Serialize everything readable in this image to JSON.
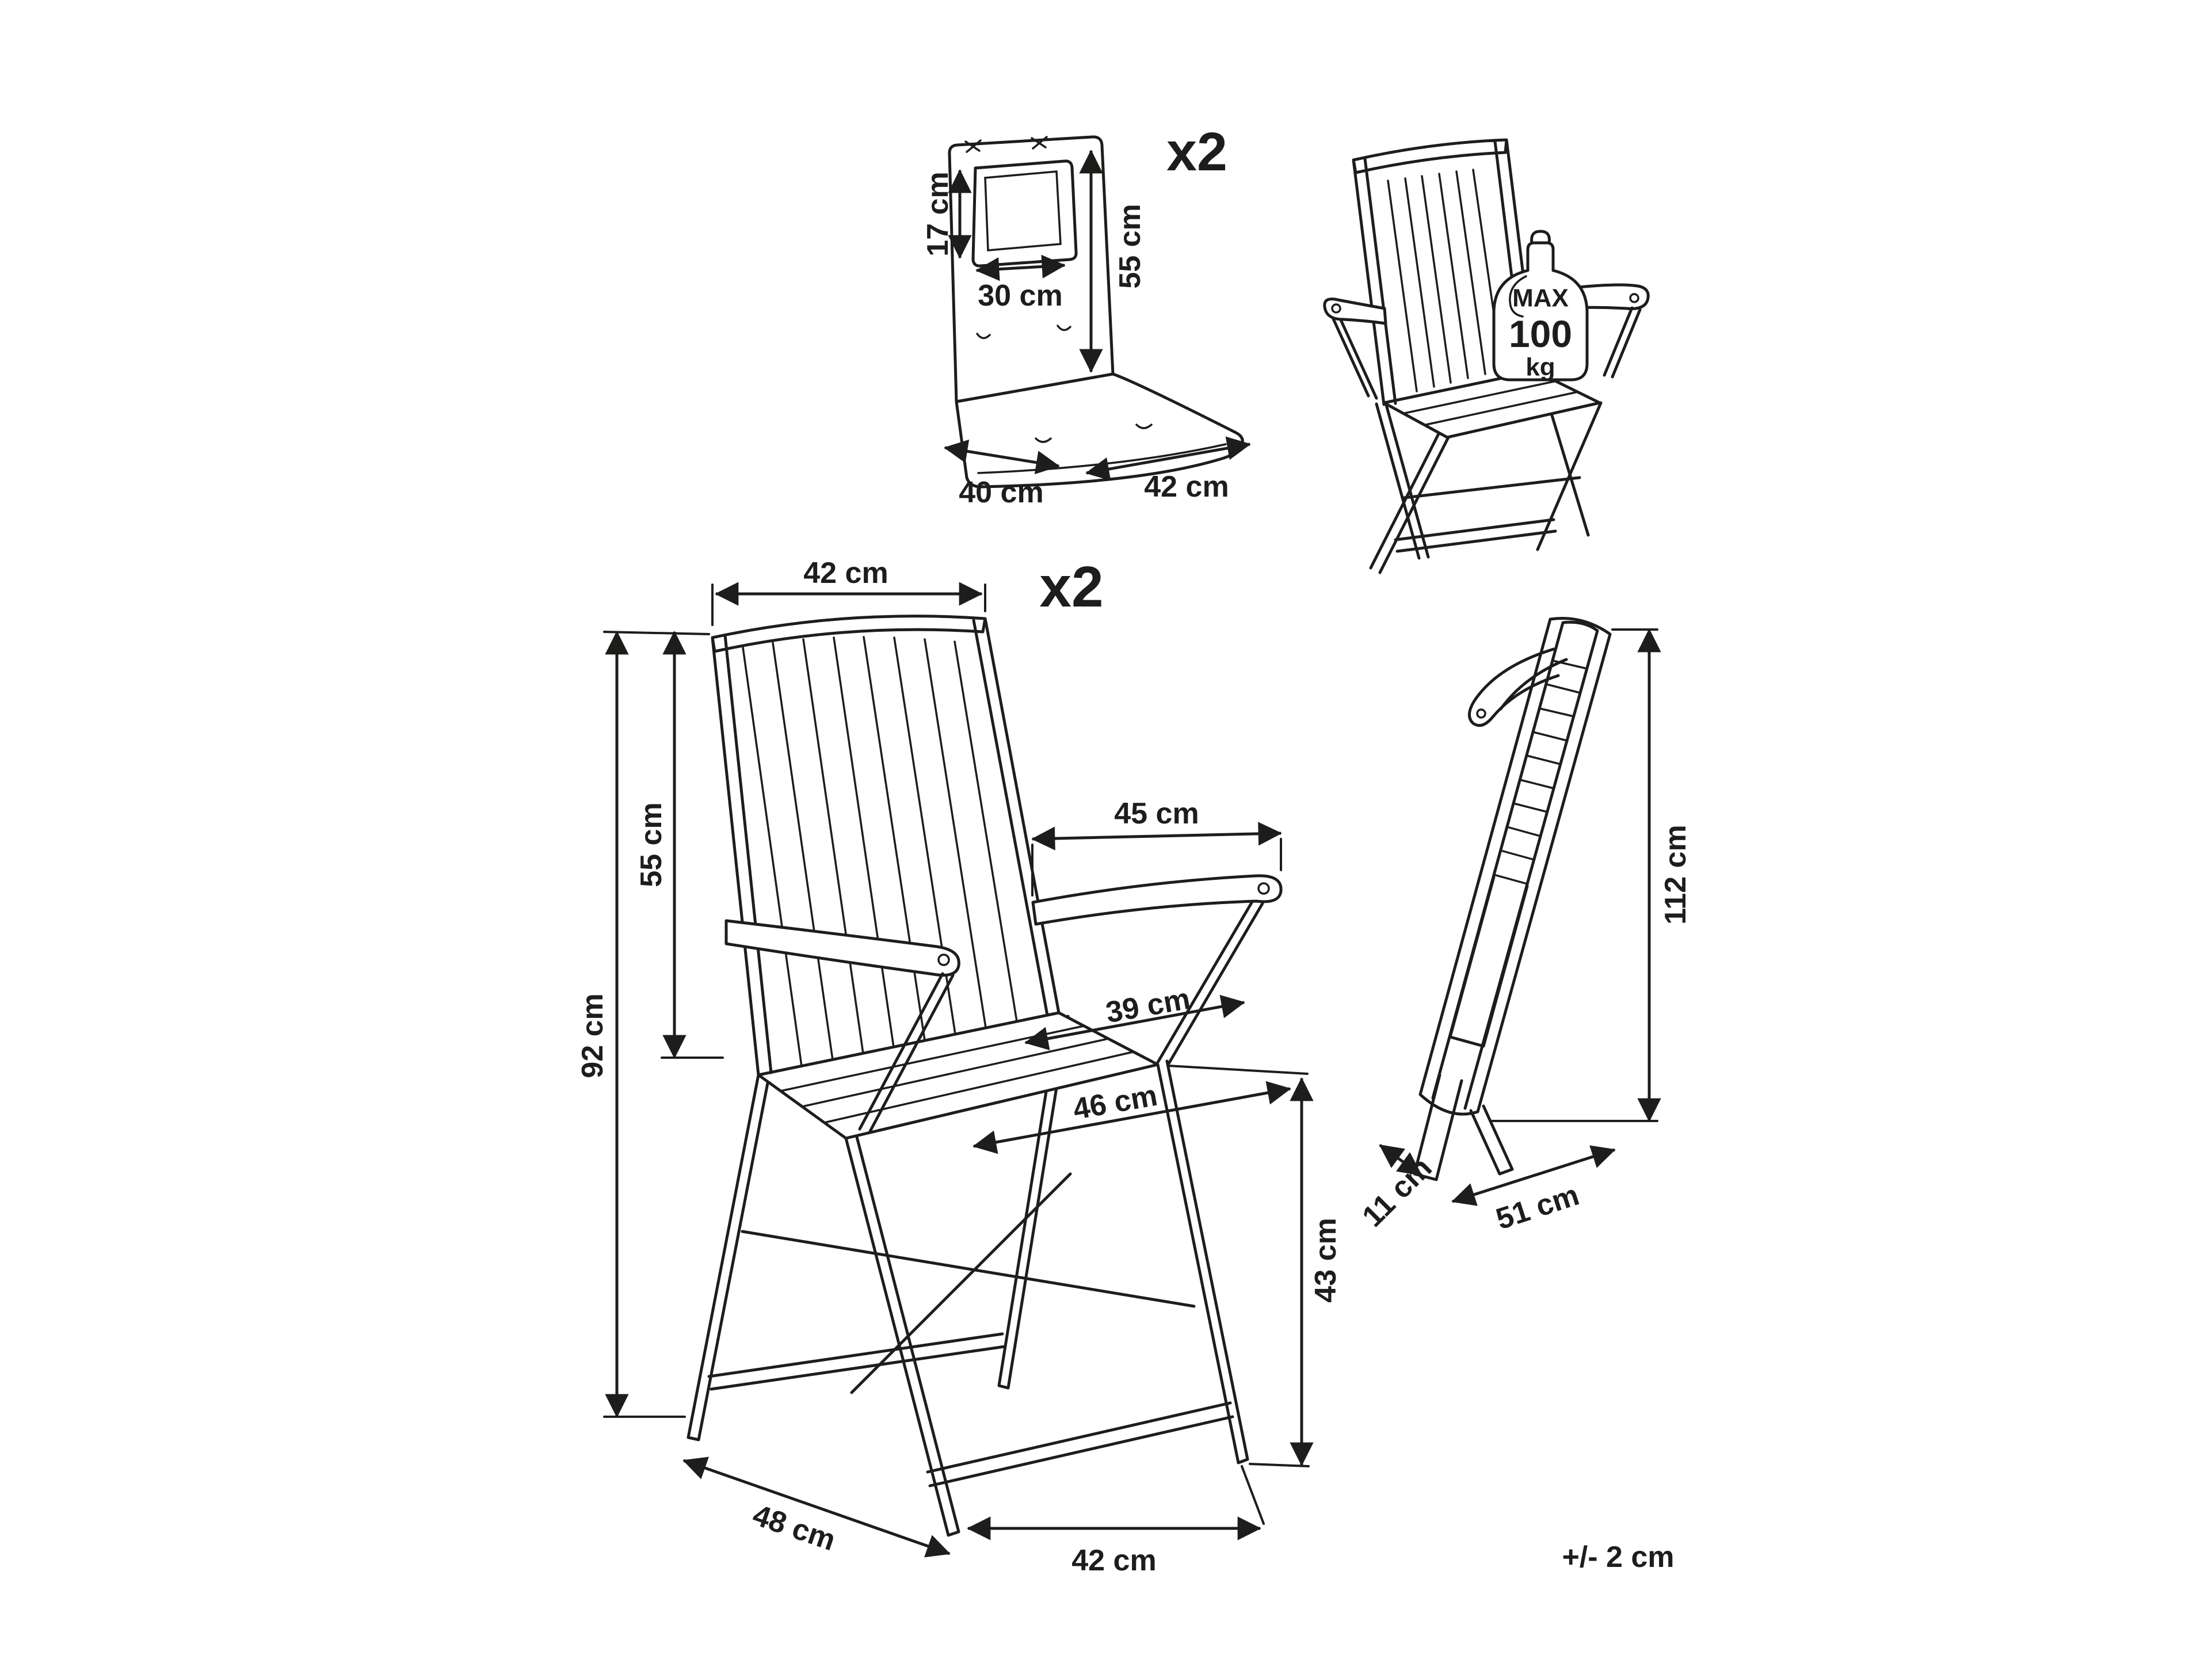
{
  "diagram": {
    "cushion": {
      "qty": "x2",
      "pillow_height": "17 cm",
      "pillow_width": "30 cm",
      "back_height": "55 cm",
      "seat_depth": "40 cm",
      "seat_width": "42 cm"
    },
    "load": {
      "label": "MAX",
      "value": "100",
      "unit": "kg"
    },
    "chair": {
      "qty": "x2",
      "back_width": "42 cm",
      "backrest_height": "55 cm",
      "total_height": "92 cm",
      "armrest_depth": "45 cm",
      "seat_depth": "39 cm",
      "seat_width": "46 cm",
      "seat_height": "43 cm",
      "base_depth": "48 cm",
      "front_width": "42 cm"
    },
    "folded": {
      "height": "112 cm",
      "depth": "11 cm",
      "width": "51 cm"
    },
    "tolerance_note": "+/- 2 cm"
  }
}
